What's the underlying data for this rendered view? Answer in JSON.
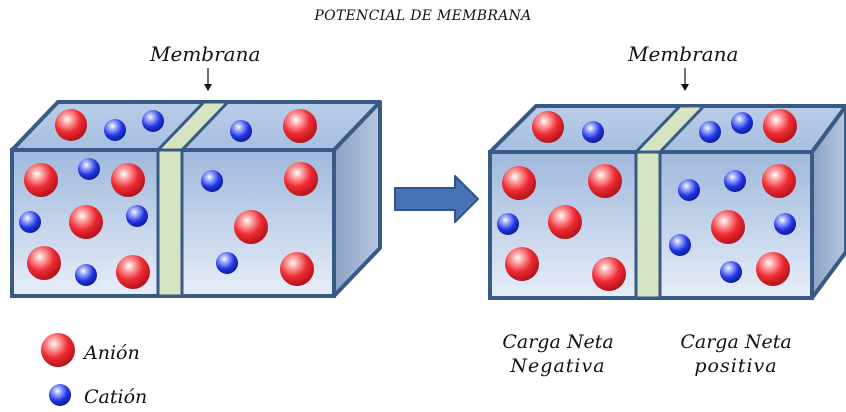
{
  "title": "POTENCIAL DE MEMBRANA",
  "diagram": {
    "membrane_label_left": "Membrana",
    "membrane_label_right": "Membrana",
    "negative_label_line1": "Carga Neta",
    "negative_label_line2": "Negativa",
    "positive_label_line1": "Carga Neta",
    "positive_label_line2": "positiva"
  },
  "legend": {
    "anion": "Anión",
    "cation": "Catión"
  },
  "colors": {
    "anion": "#e8202a",
    "cation": "#1e2fd8",
    "box_outline": "#3a5a86",
    "membrane": "#d6e4c2",
    "arrow": "#3f6fb0"
  }
}
